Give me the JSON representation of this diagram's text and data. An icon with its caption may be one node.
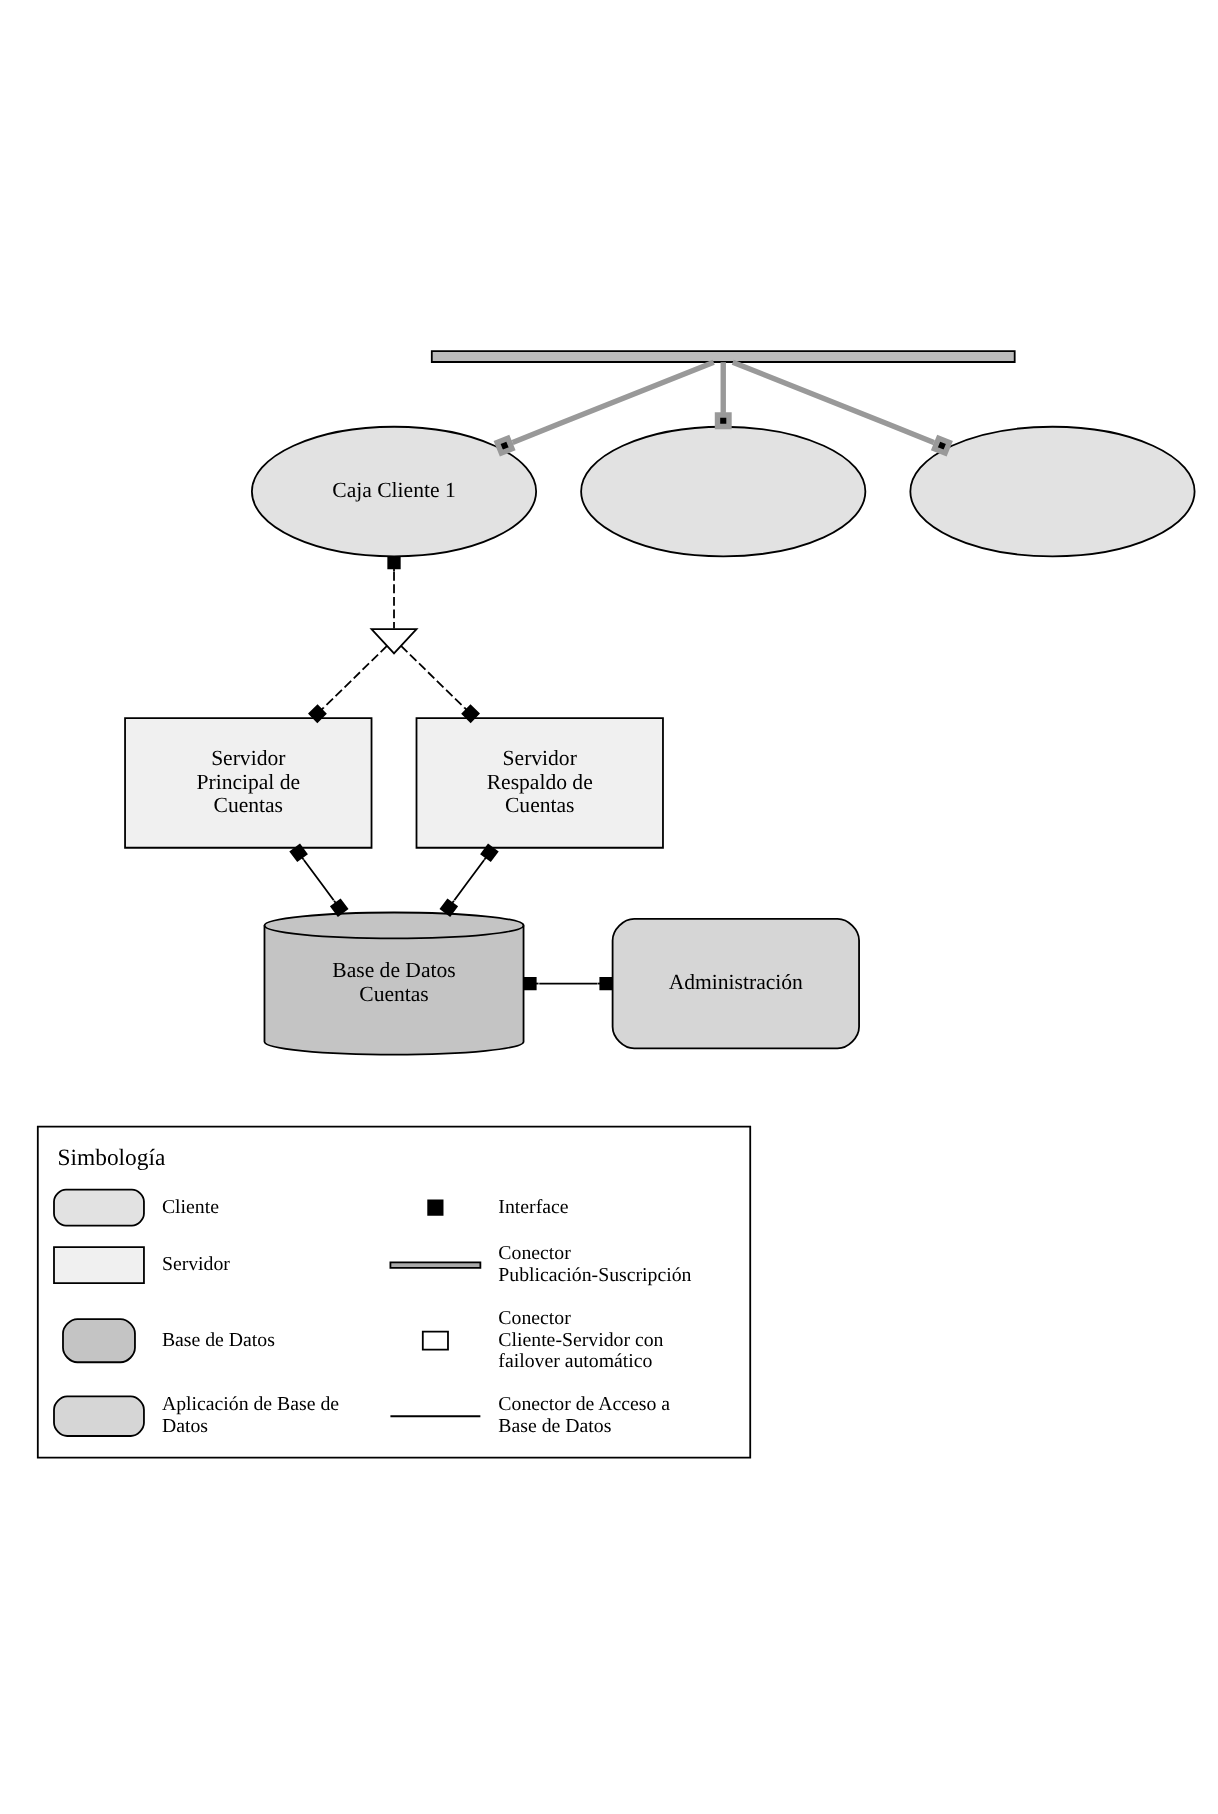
{
  "diagram": {
    "nodes": [
      {
        "text": [],
        "shape": "bar"
      },
      {
        "text": [
          "Caja Cliente 1"
        ]
      },
      {
        "text": [],
        "shape": "ellipse"
      },
      {
        "text": [],
        "shape": "ellipse"
      },
      {
        "text": [],
        "shape": "triangle"
      },
      {
        "text": [
          "Servidor Principal de Cuentas"
        ]
      },
      {
        "text": [
          "Servidor Respaldo de Cuentas"
        ]
      },
      {
        "text": [
          "Base de Datos Cuentas"
        ]
      },
      {
        "text": [
          "Administración"
        ]
      }
    ],
    "edges": [
      {
        "from": 0,
        "to": 1,
        "arrow": "other",
        "style": "thick",
        "color": "#999999"
      },
      {
        "from": 0,
        "to": 2,
        "arrow": "other",
        "style": "thick",
        "color": "#999999"
      },
      {
        "from": 0,
        "to": 3,
        "arrow": "other",
        "style": "thick",
        "color": "#999999"
      },
      {
        "from": 1,
        "to": 4,
        "arrow": "other",
        "style": "dashed"
      },
      {
        "from": 4,
        "to": 5,
        "arrow": "other",
        "style": "dashed"
      },
      {
        "from": 4,
        "to": 6,
        "arrow": "other",
        "style": "dashed"
      },
      {
        "from": 5,
        "to": 7,
        "arrow": "other"
      },
      {
        "from": 6,
        "to": 7,
        "arrow": "other"
      },
      {
        "from": 7,
        "to": 8,
        "arrow": "other"
      }
    ],
    "labels": [
      "Simbología"
    ],
    "legend": [
      {
        "text": "Cliente"
      },
      {
        "text": "Servidor"
      },
      {
        "text": "Base de Datos"
      },
      {
        "text": "Aplicación de Base de Datos"
      },
      {
        "text": "Interface"
      },
      {
        "text": "Conector Publicación-Suscripción"
      },
      {
        "text": "Conector Cliente-Servidor con failover automático"
      },
      {
        "text": "Conector de Acceso a Base de Datos"
      }
    ]
  }
}
